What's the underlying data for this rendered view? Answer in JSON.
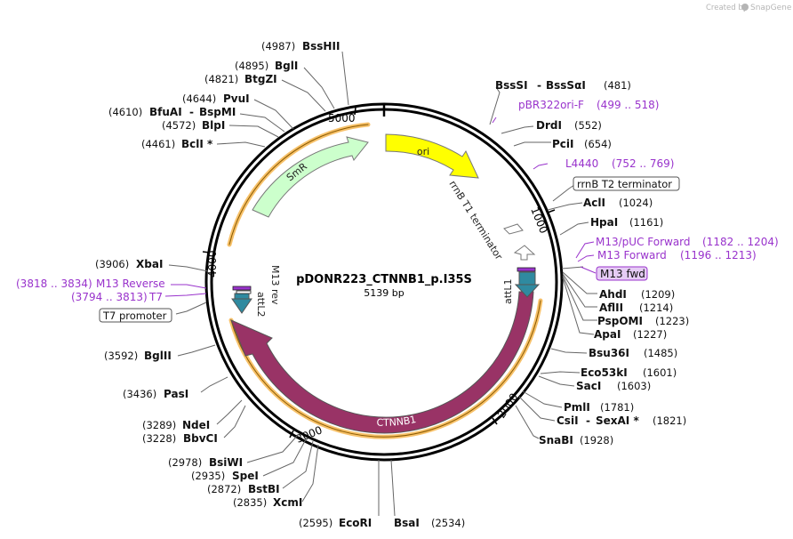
{
  "watermark": {
    "created_by": "Created by",
    "brand": "SnapGene"
  },
  "plasmid": {
    "name": "pDONR223_CTNNB1_p.I35S",
    "size": "5139 bp"
  },
  "colors": {
    "ori": "#ffff00",
    "smr": "#ccffcc",
    "ctnnb1": "#993366",
    "att": "#2f8aa0",
    "primer_purple": "#9933cc",
    "highlight_orange": "#f7c169"
  },
  "ticks": [
    {
      "label": "1000"
    },
    {
      "label": "2000"
    },
    {
      "label": "3000"
    },
    {
      "label": "4000"
    },
    {
      "label": "5000"
    }
  ],
  "features": {
    "ori": "ori",
    "smr": "SmR",
    "ctnnb1": "CTNNB1",
    "rrnb_t1": "rrnB T1 terminator",
    "attl1": "attL1",
    "attl2": "attL2",
    "m13rev": "M13 rev"
  },
  "enzymes_right": [
    {
      "name": "BssSI",
      "extra": "BssSαI",
      "pos": "(481)"
    },
    {
      "name": "DrdI",
      "pos": "(552)"
    },
    {
      "name": "PciI",
      "pos": "(654)"
    },
    {
      "name": "AclI",
      "pos": "(1024)"
    },
    {
      "name": "HpaI",
      "pos": "(1161)"
    },
    {
      "name": "AhdI",
      "pos": "(1209)"
    },
    {
      "name": "AflII",
      "pos": "(1214)"
    },
    {
      "name": "PspOMI",
      "pos": "(1223)"
    },
    {
      "name": "ApaI",
      "pos": "(1227)"
    },
    {
      "name": "Bsu36I",
      "pos": "(1485)"
    },
    {
      "name": "Eco53kI",
      "pos": "(1601)"
    },
    {
      "name": "SacI",
      "pos": "(1603)"
    },
    {
      "name": "PmlI",
      "pos": "(1781)"
    },
    {
      "name": "CsiI",
      "extra": "SexAI *",
      "pos": "(1821)"
    },
    {
      "name": "SnaBI",
      "pos": "(1928)"
    }
  ],
  "enzymes_bottom": [
    {
      "name": "EcoRI",
      "pos": "(2595)"
    },
    {
      "name": "BsaI",
      "pos": "(2534)"
    }
  ],
  "enzymes_left": [
    {
      "name": "BssHII",
      "pos": "(4987)"
    },
    {
      "name": "BglI",
      "pos": "(4895)"
    },
    {
      "name": "BtgZI",
      "pos": "(4821)"
    },
    {
      "name": "PvuI",
      "pos": "(4644)"
    },
    {
      "name": "BfuAI",
      "extra": "BspMI",
      "pos": "(4610)"
    },
    {
      "name": "BlpI",
      "pos": "(4572)"
    },
    {
      "name": "BclI *",
      "pos": "(4461)"
    },
    {
      "name": "XbaI",
      "pos": "(3906)"
    },
    {
      "name": "BglII",
      "pos": "(3592)"
    },
    {
      "name": "PasI",
      "pos": "(3436)"
    },
    {
      "name": "NdeI",
      "pos": "(3289)"
    },
    {
      "name": "BbvCI",
      "pos": "(3228)"
    },
    {
      "name": "BsiWI",
      "pos": "(2978)"
    },
    {
      "name": "SpeI",
      "pos": "(2935)"
    },
    {
      "name": "BstBI",
      "pos": "(2872)"
    },
    {
      "name": "XcmI",
      "pos": "(2835)"
    }
  ],
  "primers": [
    {
      "name": "pBR322ori-F",
      "range": "(499 .. 518)"
    },
    {
      "name": "L4440",
      "range": "(752 .. 769)"
    },
    {
      "name": "M13/pUC Forward",
      "range": "(1182 .. 1204)"
    },
    {
      "name": "M13 Forward",
      "range": "(1196 .. 1213)"
    },
    {
      "name": "M13 fwd",
      "range": ""
    },
    {
      "name": "M13 Reverse",
      "range": "(3818 .. 3834)"
    },
    {
      "name": "T7",
      "range": "(3794 .. 3813)"
    }
  ],
  "boxed_features": {
    "rrnb_t2": "rrnB T2 terminator",
    "t7_promoter": "T7 promoter"
  }
}
